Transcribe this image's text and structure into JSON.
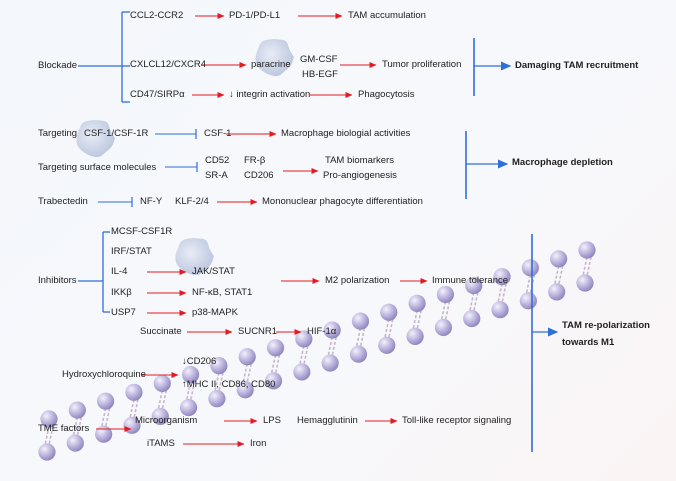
{
  "blockade": {
    "label": "Blockade",
    "r1": [
      "CCL2-CCR2",
      "PD-1/PD-L1",
      "TAM accumulation"
    ],
    "r2": [
      "CXLCL12/CXCR4",
      "paracrine",
      "GM-CSF",
      "HB-EGF",
      "Tumor proliferation"
    ],
    "r3": [
      "CD47/SIRPα",
      "↓ integrin activation",
      "Phagocytosis"
    ],
    "outcome": "Damaging TAM recruitment"
  },
  "depletion": {
    "r1": [
      "Targeting",
      "CSF-1/CSF-1R",
      "CSF-1",
      "Macrophage biologial activities"
    ],
    "r2": [
      "Targeting surface molecules",
      "CD52",
      "FR-β",
      "SR-A",
      "CD206",
      "TAM biomarkers",
      "Pro-angiogenesis"
    ],
    "r3": [
      "Trabectedin",
      "NF-Y",
      "KLF-2/4",
      "Mononuclear phagocyte differentiation"
    ],
    "outcome": "Macrophage depletion"
  },
  "repolar": {
    "inhibitors": "Inhibitors",
    "items": [
      "MCSF-CSF1R",
      "IRF/STAT",
      "IL-4",
      "JAK/STAT",
      "IKKβ",
      "NF-κB, STAT1",
      "USP7",
      "p38-MAPK",
      "Succinate",
      "SUCNR1",
      "HIF-1α"
    ],
    "m2": "M2 polarization",
    "immune": "Immune tolerance",
    "hcq": "Hydroxychloroquine",
    "cd206": "↓CD206",
    "mhc": "↑MHC II, CD86, CD80",
    "tme": "TME factors",
    "micro": "Microorganism",
    "lps": "LPS",
    "hemag": "Hemagglutinin",
    "tlr": "Toll-like receptor signaling",
    "itams": "iTAMS",
    "iron": "Iron",
    "outcome1": "TAM re-polarization",
    "outcome2": "towards M1"
  },
  "colors": {
    "red": "#e31b23",
    "blue": "#2f6fd6",
    "bead": "#b4acd8",
    "stalk": "#c8b4cc",
    "blob": "#c9d2e6"
  }
}
